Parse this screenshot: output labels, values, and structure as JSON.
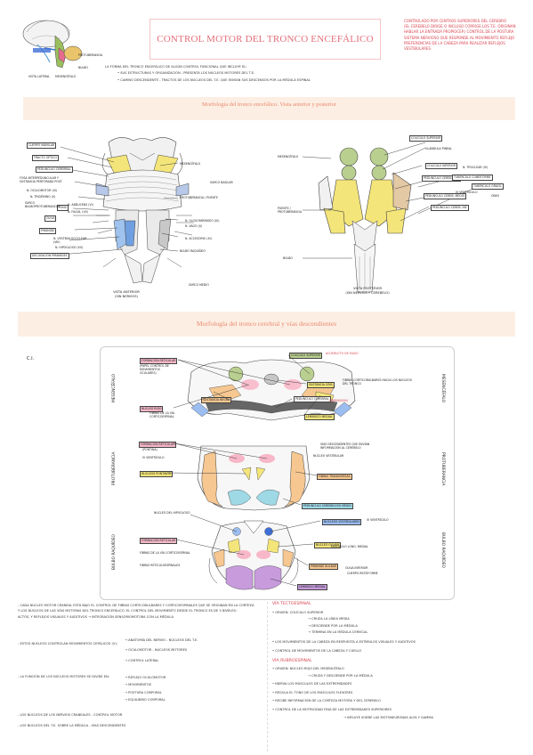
{
  "header": {
    "title": "CONTROL MOTOR DEL TRONCO ENCEFÁLICO",
    "side_note": [
      "CONTROLADO POR CENTROS SUPERIORES DEL CEREBRO",
      "(EL CEREBELO DIRIGE O INCLUSO CORRIGE LOS T.E. ORIGINAN",
      "HABLAR LA ENTRADA PROPIOCEP.) CONTROL DE LA POSTURA",
      "SISTEMA NERVIOSO QUE RESPONDE AL MOVIMIENTO REFLEJO",
      "PREFERENCIAS DE LA CABEZA PARA REALIZAR REFLEJOS",
      "VESTIBULARES"
    ],
    "intro_lines": [
      "LA FORMA DEL TRONCO ENCEFÁLICO DE ALGÚN CONTROL FUNCIONAL QUE INCLUYE EL:",
      "• SUS ESTRUCTURAS Y ORGANIZACIÓN - PRESENTA LOS NÚCLEOS MOTORES DEL T.E.",
      "• CAMINO DESCENDENTE - TRACTOS DE LOS NÚCLEOS DEL T.E. QUE ENVÍAN SUS DESCENSOS POR LA MÉDULA ESPINAL"
    ],
    "thumbnail_labels": [
      "VISTA LATERAL",
      "MESENCÉFALO",
      "PROTUBERANCIA",
      "BULBO"
    ]
  },
  "section1": {
    "banner": "Morfología del tronco encefálico. Vista anterior y posterior",
    "anterior": {
      "labels": [
        "CUERPO MAMILAR",
        "TRACTO ÓPTICO",
        "PEDÚNCULO CEREBRAL",
        "PONS",
        "PIRÁMIDE",
        "OLIVA",
        "DECUSACIÓN PIRÁMIDES"
      ],
      "left_notes": [
        "FOSA INTERPEDUNCULAR Y SUSTANCIA PERFORADA POST.",
        "N. OCULOMOTOR (III)",
        "N. TRIGÉMINO (V)",
        "SURCO BULBOPROTUBERANCIAL",
        "N. ABDUCENS (VI)",
        "N. FACIAL (VII)",
        "N. VESTIBULOCOCLEAR (VIII)",
        "N. HIPOGLOSO (XII)"
      ],
      "right_notes": [
        "MESENCÉFALO",
        "PROTUBERANCIA / PUENTE",
        "BULBO RAQUÍDEO",
        "N. GLOSOFARÍNGEO (IX)",
        "N. VAGO (X)",
        "N. ACCESORIO (XI)",
        "SURCO BASILAR",
        "SURCO MEDIO"
      ],
      "caption": [
        "VISTA ANTERIOR",
        "(SIN NERVIOS)"
      ]
    },
    "posterior": {
      "labels": [
        "COLÍCULO SUPERIOR",
        "COLÍCULO INFERIOR",
        "PEDÚNCULO CEREB. SUP.",
        "PEDÚNCULO CEREB. MEDIO",
        "PEDÚNCULO CEREB. INF.",
        "TUBÉRCULO CUNEIFORME",
        "TUBÉRCULO GRÁCIL"
      ],
      "left_notes": [
        "MESENCÉFALO",
        "PUENTE / PROTUBERANCIA",
        "BULBO"
      ],
      "right_notes": [
        "GLÁNDULA PINEAL",
        "N. TROCLEAR (IV)",
        "IV VENTRÍCULO",
        "ÓBEX"
      ],
      "caption": [
        "VISTA POSTERIOR",
        "(SIN NERVIOS Y CEREBELO)"
      ]
    }
  },
  "section2": {
    "banner": "Morfología del tronco cerebral y vías descendientes",
    "side_letter": "C.I.",
    "levels": {
      "mesencefalo": {
        "vertical_left": "MESENCÉFALO",
        "vertical_right": "MESENCÉFALO",
        "labels": [
          "FORMACIÓN RETICULAR",
          "NÚCLEO ROJO",
          "COLÍCULO SUPERIOR",
          "SUSTANCIA GRIS",
          "SUSTANCIA NEGRA",
          "PEDÚNCULO CEREBRAL",
          "LEMNISCO MEDIAL"
        ],
        "notes": [
          "(PAPEL CONTROL DE MOVIMIENTOS OCULARES)",
          "FIBRAS CORTICOBULBARES HACIA LOS NÚCLEOS DEL TRONCO",
          "ACUEDUCTO DE SILVIO",
          "(PARKINSON)",
          "FIBRAS DE LA VÍA CORTICOESPINAL"
        ]
      },
      "protuberancia": {
        "vertical_left": "PROTUBERANCIA",
        "vertical_right": "PROTUBERANCIA",
        "labels": [
          "FORMACIÓN RETICULAR",
          "NÚCLEOS PONTINOS",
          "FIBRAS TRANSVERSAS",
          "PEDÚNCULO CEREBELOSO MEDIO",
          "NÚCLEO VESTIBULAR"
        ],
        "notes": [
          "(PONTINA)",
          "VÍAS DESCENDENTES QUE ENVÍAN INFORMACIÓN AL CEREBELO",
          "IV VENTRÍCULO"
        ]
      },
      "bulbo": {
        "vertical_left": "BULBO RAQUÍDEO",
        "vertical_right": "BULBO RAQUÍDEO",
        "labels": [
          "NÚCLEO DEL HIPOGLOSO",
          "NÚCLEOS VESTIBULARES",
          "NÚCLEO OLIVAR",
          "PIRÁMIDE BULBAR",
          "LEMNISCO MEDIAL",
          "FORMACIÓN RETICULAR",
          "OLIVA INFERIOR"
        ],
        "notes": [
          "IV VENTRÍCULO",
          "FASCÍCULO LONG. MEDIAL",
          "FIBRAS DE LA VÍA CORTICOESPINAL",
          "FIBRAS RETICULOESPINALES",
          "CUERPO RESTIFORME"
        ]
      }
    }
  },
  "bottom_left": [
    "- CADA NÚCLEO MOTOR CRANEAL ESTÁ BAJO EL CONTROL DE FIBRAS CORTICOBULBARES Y CORTICOESPINALES QUE SE ORIGINAN EN LA CORTEZA",
    "Y LOS NÚCLEOS DE LAS VÍAS MOTORAS DEL TRONCO ENCEFÁLICO. EL CONTROL DEL MOVIMIENTO DESDE EL TRONCO ES DE 3 NIVELES:",
    "ACTOS, Y REFLEJOS VISUALES Y AUDITIVOS → INTEGRACIÓN SENSORIOMOTORA CON LA MÉDULA",
    "- ESTOS NÚCLEOS CONTROLAN MOVIMIENTOS CEFÁLICOS (V):",
    "→ ANATOMÍA DEL NERVIO - NÚCLEOS DEL T.E.",
    "→ OCULOMOTOR - NÚCLEOS MOTORES",
    "→ CONTROL LATERAL",
    "- LA FUNCIÓN DE LOS NÚCLEOS MOTORES SE DIVIDE EN:",
    "→ REFLEJO OCULOMOTOR",
    "→ MOVIMIENTOS",
    "→ POSTURA CORPORAL",
    "→ EQUILIBRIO CORPORAL",
    "- LOS NÚCLEOS DE LOS NERVIOS CRANEALES - CONTROL MOTOR",
    "- LOS NÚCLEOS DEL T.E. SOBRE LA MÉDULA - VÍAS DESCENDENTES"
  ],
  "bottom_right": [
    "VÍA TECTOESPINAL",
    "• ORIGEN: COLÍCULO SUPERIOR",
    "→ CRUZA LA LÍNEA MEDIA",
    "→ DESCIENDE POR LA MÉDULA",
    "→ TERMINA EN LA MÉDULA CERVICAL",
    "• LOS MOVIMIENTOS DE LA CABEZA EN RESPUESTA A ESTÍMULOS VISUALES Y AUDITIVOS",
    "• CONTROL DE MOVIMIENTOS DE LA CABEZA Y CUELLO",
    "VÍA RUBROESPINAL",
    "• ORIGEN: NÚCLEO ROJO DEL MESENCÉFALO",
    "→ CRUZA Y DESCIENDE POR LA MÉDULA",
    "• INERVA LOS MÚSCULOS DE LAS EXTREMIDADES",
    "• REGULA EL TONO DE LOS MÚSCULOS FLEXORES",
    "• RECIBE INFORMACIÓN DE LA CORTEZA MOTORA Y DEL CEREBELO",
    "• CONTROL DE LA MOTRICIDAD FINA DE LAS EXTREMIDADES SUPERIORES",
    "→ INFLUYE SOBRE LAS MOTONEURONAS ALFA Y GAMMA"
  ]
}
